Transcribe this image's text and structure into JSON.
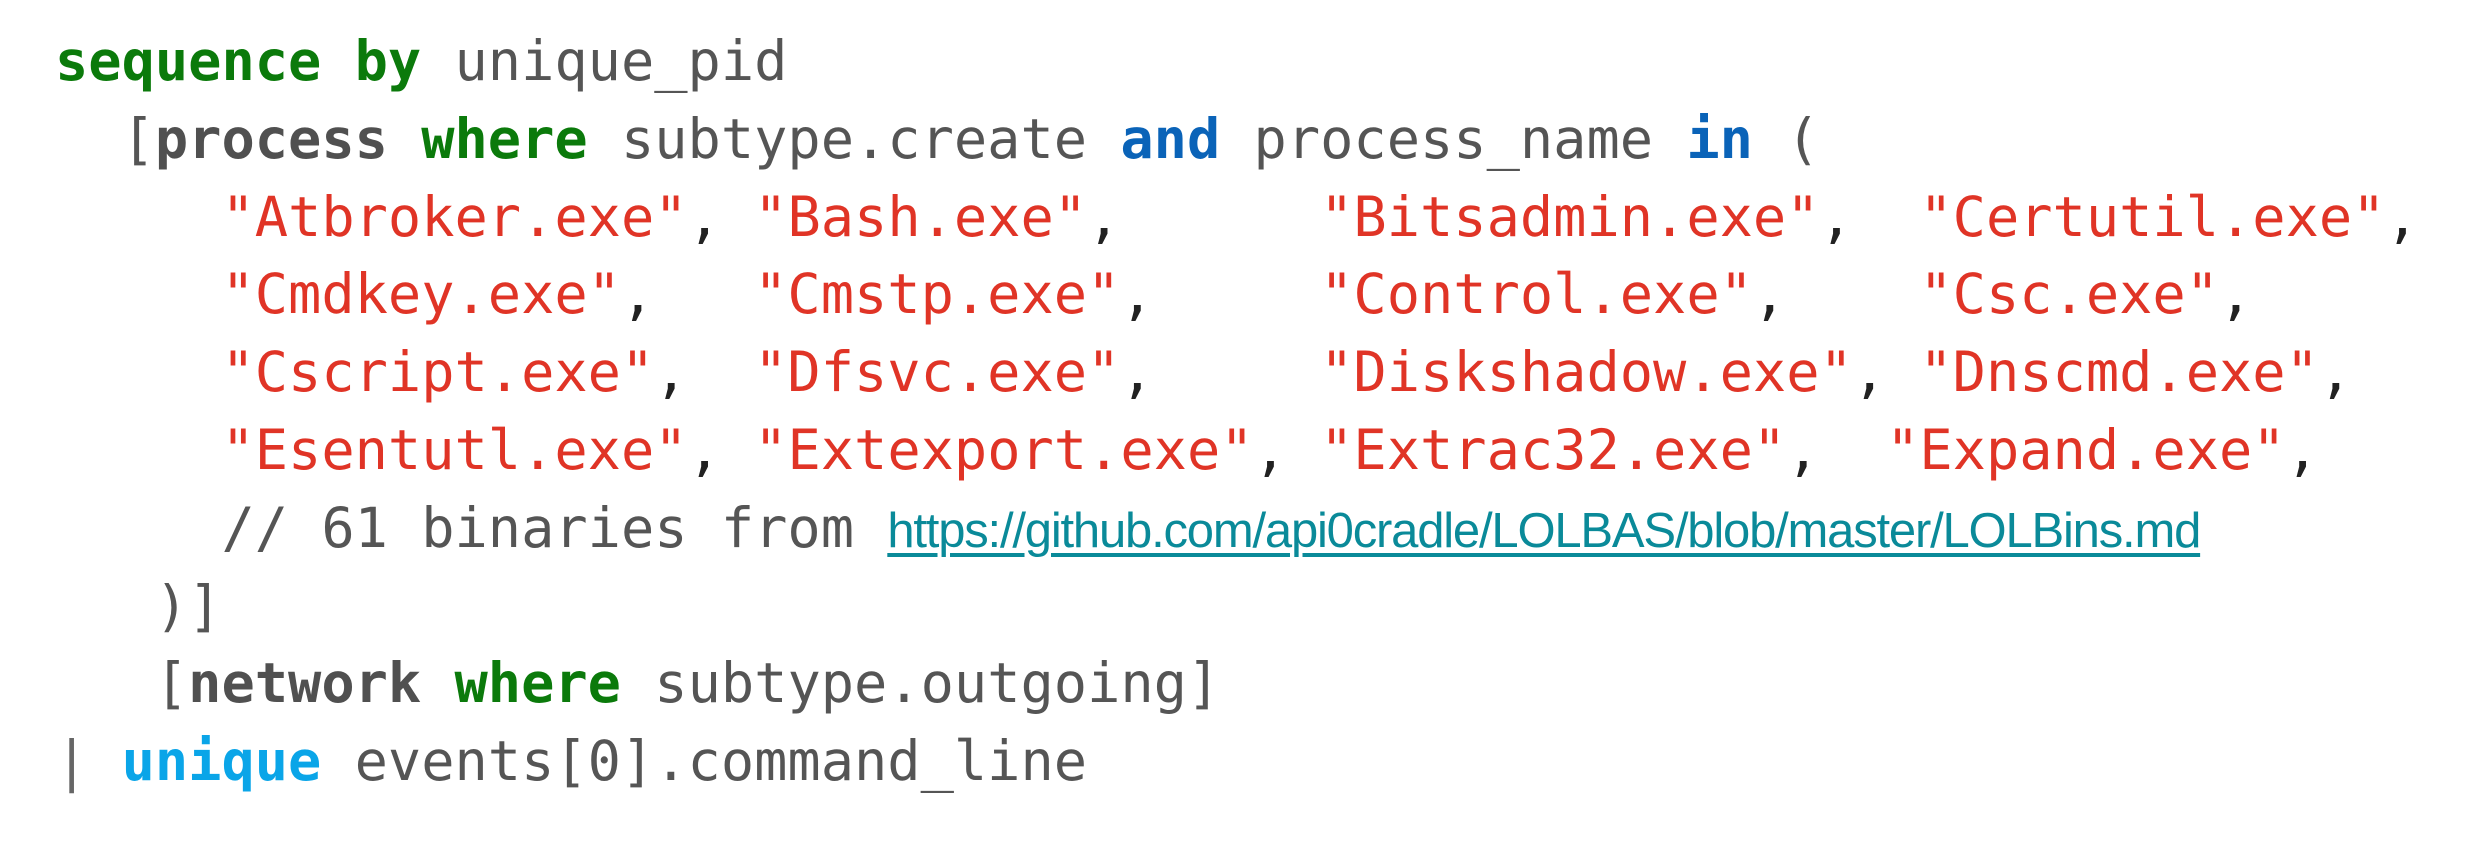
{
  "colors": {
    "keyword": "#0b7a0b",
    "operator": "#0a63b8",
    "pipe": "#0aa5e8",
    "string": "#e03426",
    "link": "#0a8a99",
    "text": "#555555"
  },
  "lines": [
    [
      {
        "k": "kw",
        "t": "sequence by"
      },
      {
        "k": "plain",
        "t": " unique_pid"
      }
    ],
    [
      {
        "k": "plain",
        "t": "  ["
      },
      {
        "k": "ent",
        "t": "process"
      },
      {
        "k": "plain",
        "t": " "
      },
      {
        "k": "kw",
        "t": "where"
      },
      {
        "k": "plain",
        "t": " subtype.create "
      },
      {
        "k": "op",
        "t": "and"
      },
      {
        "k": "plain",
        "t": " process_name "
      },
      {
        "k": "op",
        "t": "in"
      },
      {
        "k": "plain",
        "t": " ("
      }
    ],
    [
      {
        "k": "plain",
        "t": "     "
      },
      {
        "k": "str",
        "t": "\"Atbroker.exe\""
      },
      {
        "k": "punct",
        "t": ", "
      },
      {
        "k": "str",
        "t": "\"Bash.exe\""
      },
      {
        "k": "punct",
        "t": ",      "
      },
      {
        "k": "str",
        "t": "\"Bitsadmin.exe\""
      },
      {
        "k": "punct",
        "t": ",  "
      },
      {
        "k": "str",
        "t": "\"Certutil.exe\""
      },
      {
        "k": "punct",
        "t": ","
      }
    ],
    [
      {
        "k": "plain",
        "t": "     "
      },
      {
        "k": "str",
        "t": "\"Cmdkey.exe\""
      },
      {
        "k": "punct",
        "t": ",   "
      },
      {
        "k": "str",
        "t": "\"Cmstp.exe\""
      },
      {
        "k": "punct",
        "t": ",     "
      },
      {
        "k": "str",
        "t": "\"Control.exe\""
      },
      {
        "k": "punct",
        "t": ",    "
      },
      {
        "k": "str",
        "t": "\"Csc.exe\""
      },
      {
        "k": "punct",
        "t": ","
      }
    ],
    [
      {
        "k": "plain",
        "t": "     "
      },
      {
        "k": "str",
        "t": "\"Cscript.exe\""
      },
      {
        "k": "punct",
        "t": ",  "
      },
      {
        "k": "str",
        "t": "\"Dfsvc.exe\""
      },
      {
        "k": "punct",
        "t": ",     "
      },
      {
        "k": "str",
        "t": "\"Diskshadow.exe\""
      },
      {
        "k": "punct",
        "t": ", "
      },
      {
        "k": "str",
        "t": "\"Dnscmd.exe\""
      },
      {
        "k": "punct",
        "t": ","
      }
    ],
    [
      {
        "k": "plain",
        "t": "     "
      },
      {
        "k": "str",
        "t": "\"Esentutl.exe\""
      },
      {
        "k": "punct",
        "t": ", "
      },
      {
        "k": "str",
        "t": "\"Extexport.exe\""
      },
      {
        "k": "punct",
        "t": ", "
      },
      {
        "k": "str",
        "t": "\"Extrac32.exe\""
      },
      {
        "k": "punct",
        "t": ",  "
      },
      {
        "k": "str",
        "t": "\"Expand.exe\""
      },
      {
        "k": "punct",
        "t": ","
      }
    ],
    [
      {
        "k": "plain",
        "t": "     "
      },
      {
        "k": "comment",
        "t": "// 61 binaries from "
      },
      {
        "k": "link",
        "t": "https://github.com/api0cradle/LOLBAS/blob/master/LOLBins.md"
      }
    ],
    [
      {
        "k": "plain",
        "t": "   )]"
      }
    ],
    [
      {
        "k": "plain",
        "t": "   ["
      },
      {
        "k": "ent",
        "t": "network"
      },
      {
        "k": "plain",
        "t": " "
      },
      {
        "k": "kw",
        "t": "where"
      },
      {
        "k": "plain",
        "t": " subtype.outgoing]"
      }
    ],
    [
      {
        "k": "bar",
        "t": "| "
      },
      {
        "k": "pipe",
        "t": "unique"
      },
      {
        "k": "plain",
        "t": " events[0].command_line"
      }
    ]
  ]
}
